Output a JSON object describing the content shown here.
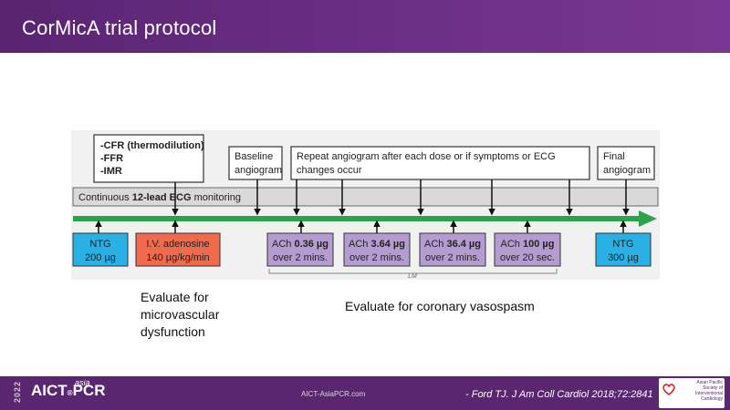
{
  "header": {
    "title": "CorMicA trial protocol"
  },
  "diagram": {
    "top_boxes": {
      "measurements": [
        "-CFR (thermodilution)",
        "-FFR",
        "-IMR"
      ],
      "baseline": [
        "Baseline",
        "angiogram"
      ],
      "repeat": [
        "Repeat angiogram after each dose or if symptoms or ECG",
        "changes occur"
      ],
      "final": [
        "Final",
        "angiogram"
      ]
    },
    "ecg": {
      "prefix": "Continuous ",
      "bold": "12-lead ECG",
      "suffix": " monitoring"
    },
    "bottom_boxes": {
      "ntg_start": [
        "NTG",
        "200 µg"
      ],
      "adenosine": [
        "I.V. adenosine",
        "140 µg/kg/min"
      ],
      "ach1": {
        "prefix": "ACh ",
        "dose": "0.36 µg",
        "line2": "over 2 mins."
      },
      "ach2": {
        "prefix": "ACh ",
        "dose": "3.64 µg",
        "line2": "over 2 mins."
      },
      "ach3": {
        "prefix": "ACh ",
        "dose": "36.4 µg",
        "line2": "over 2 mins."
      },
      "ach4": {
        "prefix": "ACh ",
        "dose": "100 µg",
        "line2": "over 20 sec."
      },
      "ntg_end": [
        "NTG",
        "300 µg"
      ]
    },
    "bracket_label": "LM",
    "colors": {
      "arrow_green": "#2ea24b",
      "ntg_blue": "#29b1e6",
      "adenosine_red": "#f06a4d",
      "ach_purple": "#b49cd1",
      "ecg_gray": "#d9d9d9"
    }
  },
  "evaluations": {
    "left": [
      "Evaluate for",
      "microvascular",
      "dysfunction"
    ],
    "right": "Evaluate for coronary vasospasm"
  },
  "footer": {
    "year": "2022",
    "logo_main": "AICT",
    "logo_sep": "®",
    "logo_pcr": "PCR",
    "logo_asia": "asia",
    "url": "AICT-AsiaPCR.com",
    "citation": "- Ford TJ. J Am Coll Cardiol 2018;72:2841",
    "society": [
      "Asian Pacific",
      "Society of",
      "Interventional",
      "Cardiology"
    ]
  }
}
